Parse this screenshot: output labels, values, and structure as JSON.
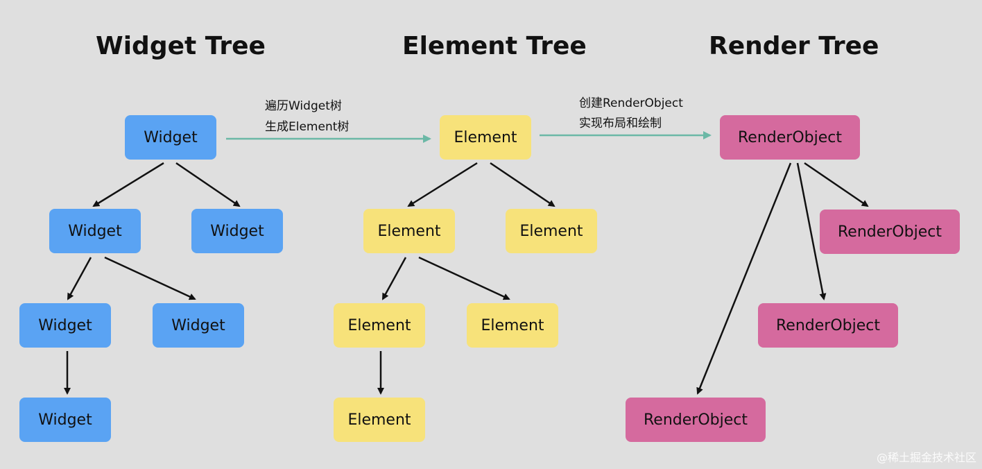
{
  "titles": {
    "widget": "Widget Tree",
    "element": "Element Tree",
    "render": "Render Tree"
  },
  "labels": {
    "arrow1_line1": "遍历Widget树",
    "arrow1_line2": "生成Element树",
    "arrow2_line1": "创建RenderObject",
    "arrow2_line2": "实现布局和绘制"
  },
  "nodes": {
    "w_root": "Widget",
    "w_l": "Widget",
    "w_r": "Widget",
    "w_ll": "Widget",
    "w_lr": "Widget",
    "w_lll": "Widget",
    "e_root": "Element",
    "e_l": "Element",
    "e_r": "Element",
    "e_ll": "Element",
    "e_lr": "Element",
    "e_lll": "Element",
    "r_root": "RenderObject",
    "r_a": "RenderObject",
    "r_b": "RenderObject",
    "r_c": "RenderObject"
  },
  "colors": {
    "widget": "#5aa3f3",
    "element": "#f7e27a",
    "render": "#d56a9e",
    "connector": "#6bb8a6",
    "edge": "#111111"
  },
  "watermark": "@稀土掘金技术社区"
}
